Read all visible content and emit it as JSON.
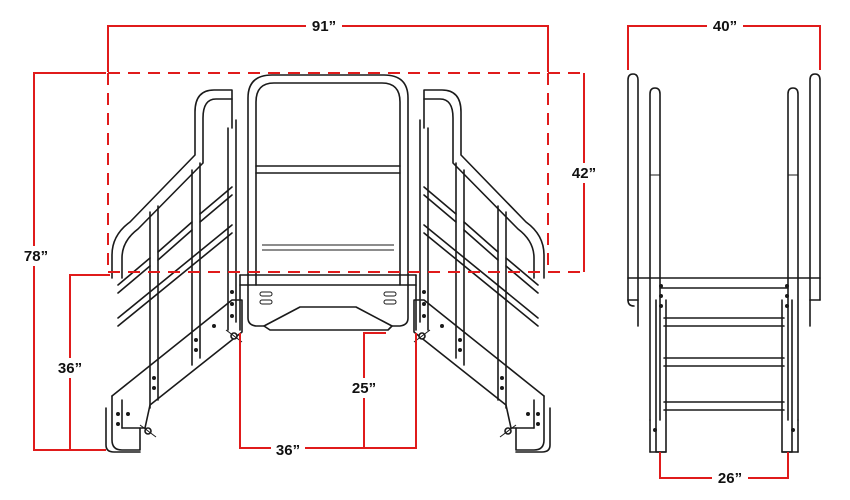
{
  "diagram": {
    "dimension_color": "#e01b1b",
    "line_color": "#1a1a1a",
    "dimensions": {
      "overall_width": "91”",
      "overall_height": "78”",
      "handrail_height": "42”",
      "platform_height": "36”",
      "platform_width": "36”",
      "step_to_platform": "25”",
      "side_overall_width": "40”",
      "side_inner_width": "26”"
    }
  }
}
